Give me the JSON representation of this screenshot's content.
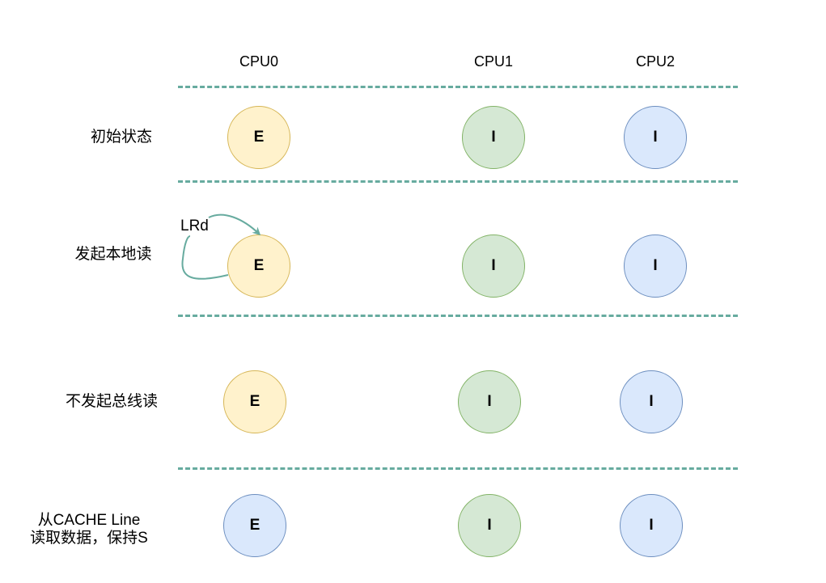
{
  "columns": [
    "CPU0",
    "CPU1",
    "CPU2"
  ],
  "rows": [
    {
      "label": "初始状态",
      "states": [
        "E",
        "I",
        "I"
      ],
      "colors": [
        "yellow",
        "green",
        "blue"
      ]
    },
    {
      "label": "发起本地读",
      "states": [
        "E",
        "I",
        "I"
      ],
      "colors": [
        "yellow",
        "green",
        "blue"
      ],
      "annotation": "LRd"
    },
    {
      "label": "不发起总线读",
      "states": [
        "E",
        "I",
        "I"
      ],
      "colors": [
        "yellow",
        "green",
        "blue"
      ]
    },
    {
      "label_line1": "从CACHE Line",
      "label_line2": "读取数据，保持S",
      "states": [
        "E",
        "I",
        "I"
      ],
      "colors": [
        "blue",
        "green",
        "blue"
      ]
    }
  ],
  "colors": {
    "yellow_fill": "#fff2cc",
    "yellow_stroke": "#d6b656",
    "green_fill": "#d5e8d4",
    "green_stroke": "#82b366",
    "blue_fill": "#dae8fc",
    "blue_stroke": "#6c8ebf",
    "separator": "#67ab9f",
    "arrow": "#67ab9f"
  }
}
